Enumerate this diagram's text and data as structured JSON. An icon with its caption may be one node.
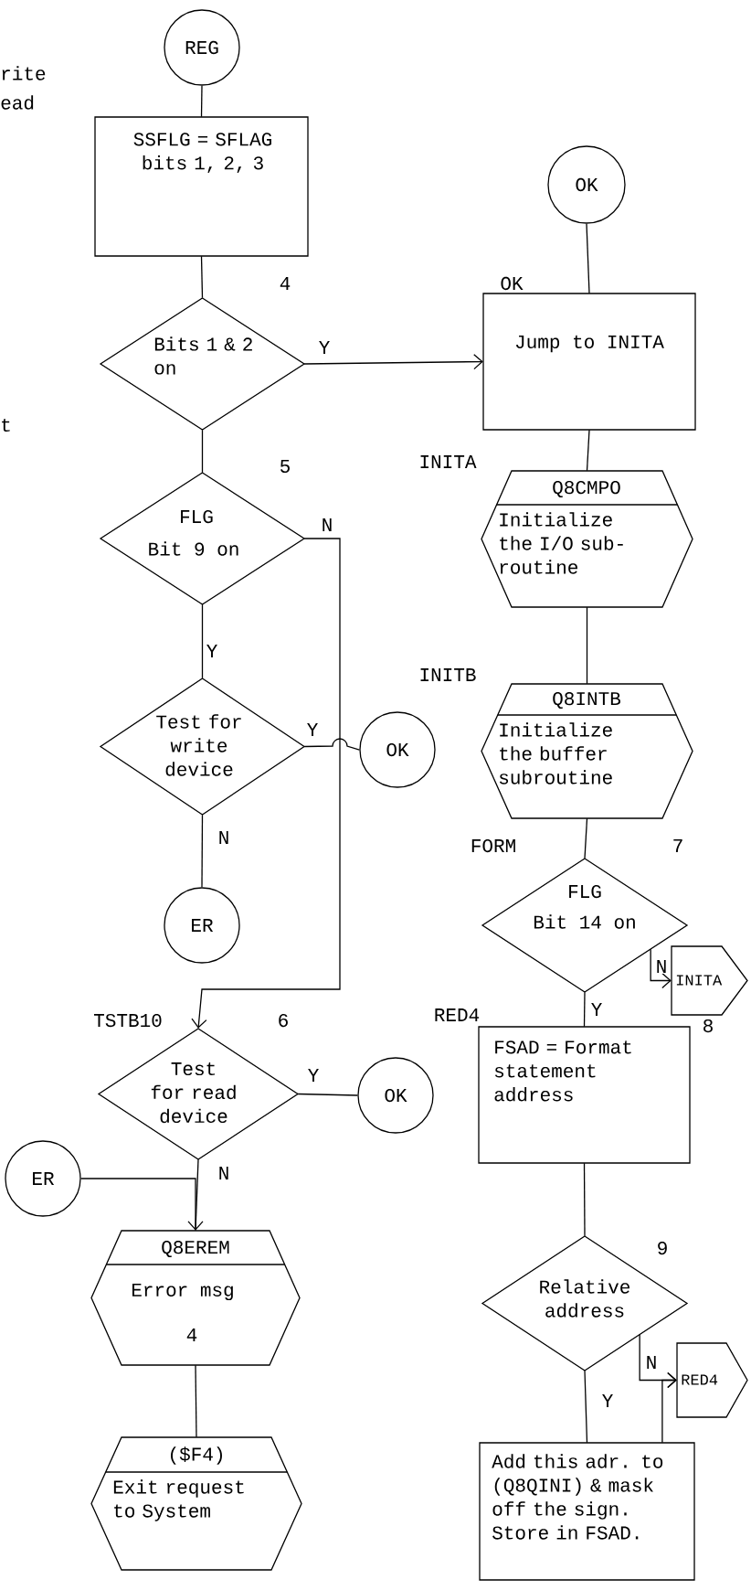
{
  "diagram": {
    "nodes": [
      {
        "text": [
          "REG"
        ]
      },
      {
        "text": [
          "SSFLG = SFLAG bits 1, 2, 3"
        ]
      },
      {
        "text": [
          "Bits 1 & 2 on"
        ],
        "beside": [
          "4"
        ]
      },
      {
        "text": [
          "FLG",
          "Bit 9 on"
        ],
        "beside": [
          "5"
        ]
      },
      {
        "text": [
          "Test for write device"
        ]
      },
      {
        "text": [
          "ER"
        ]
      },
      {
        "text": [
          "OK"
        ]
      },
      {
        "text": [
          "Test for read device"
        ],
        "beside": [
          "TSTB10",
          "6"
        ]
      },
      {
        "text": [
          "OK"
        ]
      },
      {
        "text": [
          "ER"
        ]
      },
      {
        "text": [
          "Q8EREM",
          "Error msg",
          "4"
        ]
      },
      {
        "text": [
          "($F4)",
          "Exit request to System"
        ]
      },
      {
        "text": [
          "OK"
        ]
      },
      {
        "text": [
          "Jump to INITA"
        ],
        "beside": [
          "OK"
        ]
      },
      {
        "text": [
          "Q8CMPO",
          "Initialize the I/O sub-routine"
        ],
        "beside": [
          "INITA"
        ]
      },
      {
        "text": [
          "Q8INTB",
          "Initialize the buffer subroutine"
        ],
        "beside": [
          "INITB"
        ]
      },
      {
        "text": [
          "FLG",
          "Bit 14 on"
        ],
        "beside": [
          "FORM",
          "7"
        ]
      },
      {
        "text": [
          "INITA"
        ]
      },
      {
        "text": [
          "FSAD = Format statement address"
        ],
        "beside": [
          "RED4",
          "8"
        ]
      },
      {
        "text": [
          "Relative address"
        ],
        "beside": [
          "9"
        ]
      },
      {
        "text": [
          "RED4"
        ]
      },
      {
        "text": [
          "Add this adr. to (Q8QINI) & mask off the sign. Store in FSAD."
        ]
      }
    ],
    "edges": [
      {
        "from": 0,
        "to": 1,
        "arrow": "none"
      },
      {
        "from": 1,
        "to": 2,
        "arrow": "none"
      },
      {
        "from": 2,
        "to": 13,
        "arrow": "to",
        "label": "Y"
      },
      {
        "from": 2,
        "to": 3,
        "arrow": "none"
      },
      {
        "from": 3,
        "to": 4,
        "arrow": "none",
        "label": "Y"
      },
      {
        "from": 4,
        "to": 6,
        "arrow": "none",
        "label": "Y"
      },
      {
        "from": 4,
        "to": 5,
        "arrow": "none",
        "label": "N"
      },
      {
        "from": 3,
        "to": 7,
        "arrow": "to",
        "label": "N"
      },
      {
        "from": 7,
        "to": 8,
        "arrow": "none",
        "label": "Y"
      },
      {
        "from": 9,
        "to": 10,
        "arrow": "to"
      },
      {
        "from": 7,
        "to": 10,
        "arrow": "none",
        "label": "N"
      },
      {
        "from": 10,
        "to": 11,
        "arrow": "none"
      },
      {
        "from": 12,
        "to": 13,
        "arrow": "none"
      },
      {
        "from": 13,
        "to": 14,
        "arrow": "none"
      },
      {
        "from": 14,
        "to": 15,
        "arrow": "none"
      },
      {
        "from": 15,
        "to": 16,
        "arrow": "none"
      },
      {
        "from": 16,
        "to": 17,
        "arrow": "to",
        "label": "N"
      },
      {
        "from": 16,
        "to": 18,
        "arrow": "none",
        "label": "Y"
      },
      {
        "from": 18,
        "to": 19,
        "arrow": "none"
      },
      {
        "from": 19,
        "to": 20,
        "arrow": "to",
        "label": "N"
      },
      {
        "from": 19,
        "to": 21,
        "arrow": "none",
        "label": "Y"
      },
      {
        "from": 21,
        "to": 20,
        "arrow": "to"
      }
    ],
    "labels": [
      "rite",
      "ead",
      "t"
    ]
  }
}
